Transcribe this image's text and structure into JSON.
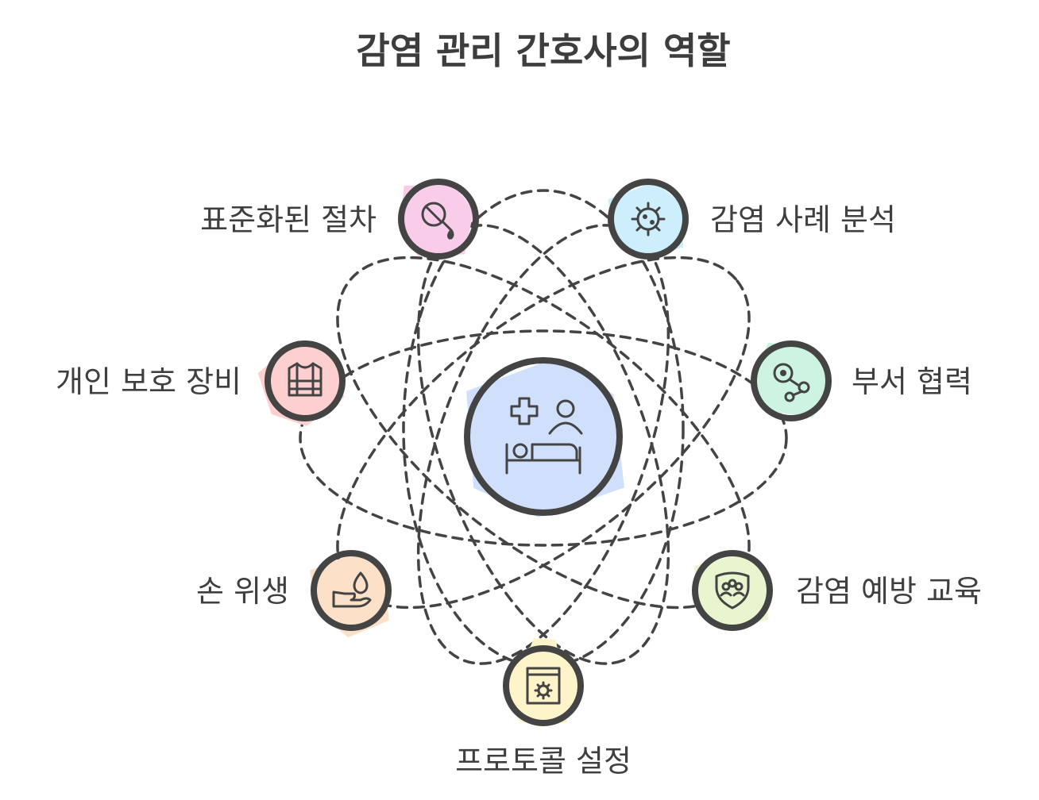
{
  "title": "감염 관리 간호사의 역할",
  "center": {
    "icon": "nurse-patient-bed-icon",
    "color": "#cfdffc"
  },
  "nodes": [
    {
      "label": "표준화된 절차",
      "icon": "procedure-flask-icon",
      "color": "#f9cdea"
    },
    {
      "label": "감염 사례 분석",
      "icon": "virus-icon",
      "color": "#cdeefb"
    },
    {
      "label": "부서 협력",
      "icon": "collaboration-network-icon",
      "color": "#cdf3e2"
    },
    {
      "label": "감염 예방 교육",
      "icon": "shield-group-icon",
      "color": "#e8f5cf"
    },
    {
      "label": "프로토콜 설정",
      "icon": "protocol-document-gear-icon",
      "color": "#fdf5c9"
    },
    {
      "label": "손 위생",
      "icon": "hand-water-drop-icon",
      "color": "#fde0c8"
    },
    {
      "label": "개인 보호 장비",
      "icon": "protective-vest-icon",
      "color": "#fdcfce"
    }
  ]
}
